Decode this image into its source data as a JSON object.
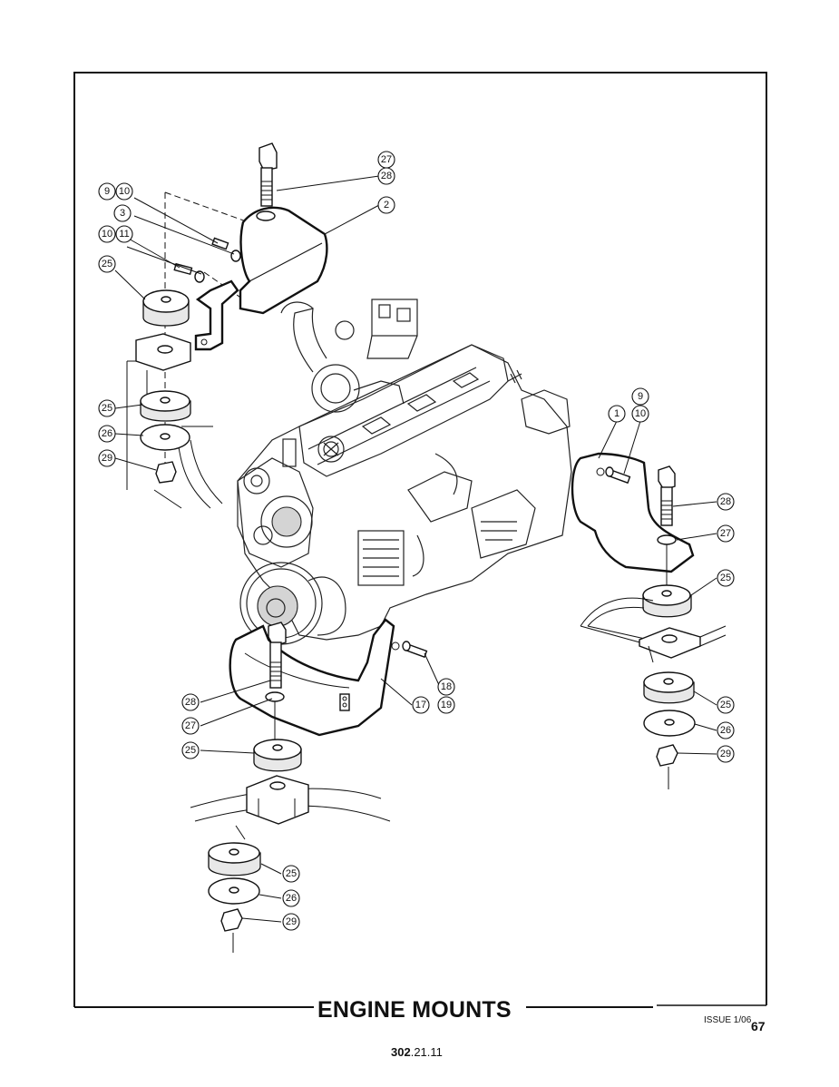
{
  "title": "ENGINE MOUNTS",
  "issue": "ISSUE 1/06",
  "page_number": "67",
  "doc_number_bold": "302",
  "doc_number_rest": ".21.11",
  "callouts": {
    "c27a": "27",
    "c28a": "28",
    "c2": "2",
    "c9a": "9",
    "c10a": "10",
    "c3": "3",
    "c10b": "10",
    "c11": "11",
    "c25a": "25",
    "c25b": "25",
    "c26a": "26",
    "c29a": "29",
    "c1": "1",
    "c9b": "9",
    "c10c": "10",
    "c28b": "28",
    "c27b": "27",
    "c25c": "25",
    "c25d": "25",
    "c26b": "26",
    "c29b": "29",
    "c18": "18",
    "c17": "17",
    "c19": "19",
    "c28c": "28",
    "c27c": "27",
    "c25e": "25",
    "c25f": "25",
    "c26c": "26",
    "c29c": "29"
  }
}
